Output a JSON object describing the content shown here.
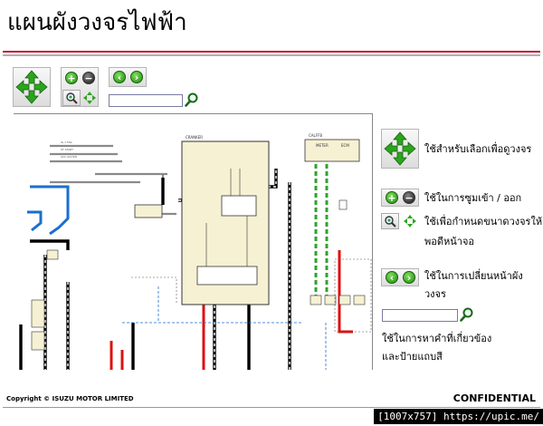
{
  "title": "แผนผังวงจรไฟฟ้า",
  "toolbar": {
    "search_value": "",
    "search_placeholder": ""
  },
  "legend": {
    "pan": "ใช้สำหรับเลือกเพื่อดูวงจร",
    "zoom": "ใช้ในการซูมเข้า / ออก",
    "fit_line1": "ใช้เพื่อกำหนดขนาดวงจรให้",
    "fit_line2": "พอดีหน้าจอ",
    "page_line1": "ใช้ในการเปลี่ยนหน้าผัง",
    "page_line2": "วงจร",
    "search_line1": "ใช้ในการหาคำที่เกี่ยวข้อง",
    "search_line2": "และป้ายแถบสี"
  },
  "diagram": {
    "label_block": "CRANKER",
    "label_fuse": "CALFFB",
    "label_meter": "METER",
    "label_ecm": "ECM"
  },
  "footer": {
    "copyright": "Copyright  ©  ISUZU MOTOR LIMITED",
    "confidential": "CONFIDENTIAL"
  },
  "watermark": "[1007x757] https://upic.me/",
  "colors": {
    "accent_red": "#c8102e",
    "icon_green": "#1f8a12",
    "wire_blue": "#1a6fd0",
    "wire_green": "#2ea32e",
    "relay_fill": "#f6f1d3"
  },
  "icons": [
    "pan-arrows-icon",
    "zoom-in-icon",
    "zoom-out-icon",
    "fit-to-screen-icon",
    "fit-arrows-icon",
    "previous-page-icon",
    "next-page-icon",
    "search-icon"
  ]
}
